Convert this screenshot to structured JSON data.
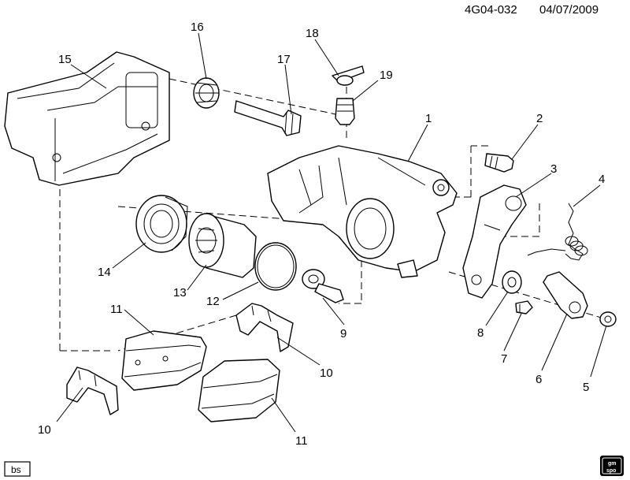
{
  "header": {
    "diagram_id": "4G04-032",
    "date": "04/07/2009"
  },
  "footer": {
    "tag": "bs",
    "logo_text_top": "gm",
    "logo_text_bottom": "spo"
  },
  "callouts": {
    "c1": "1",
    "c2": "2",
    "c3": "3",
    "c4": "4",
    "c5": "5",
    "c6": "6",
    "c7": "7",
    "c8": "8",
    "c9": "9",
    "c10a": "10",
    "c10b": "10",
    "c11a": "11",
    "c11b": "11",
    "c12": "12",
    "c13": "13",
    "c14": "14",
    "c15": "15",
    "c16": "16",
    "c17": "17",
    "c18": "18",
    "c19": "19"
  }
}
